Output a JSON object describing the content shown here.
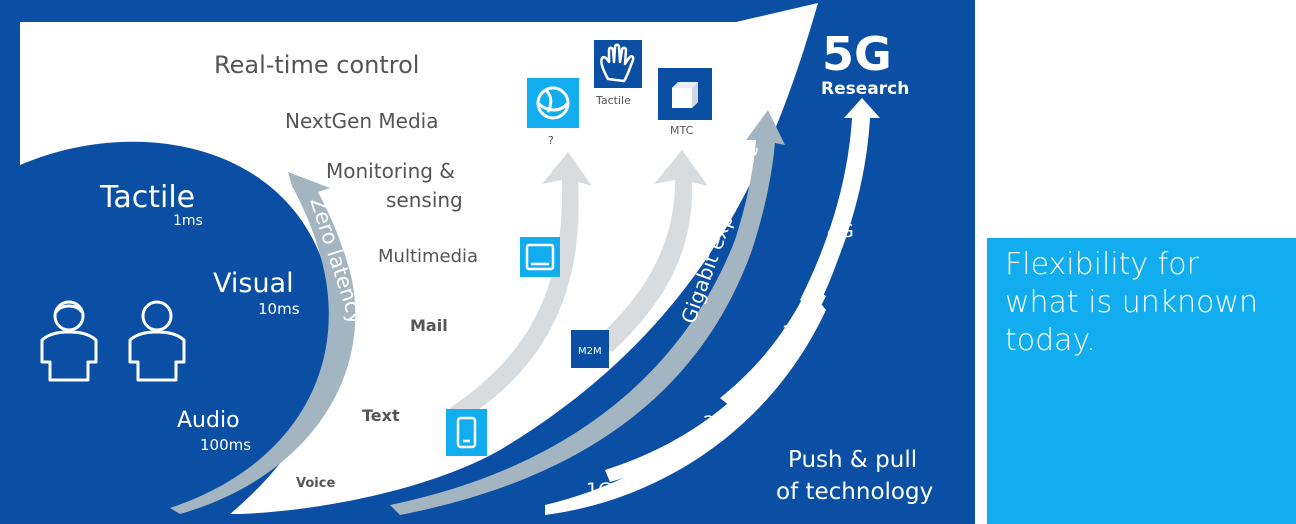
{
  "colors": {
    "dark_blue": "#0a4fa3",
    "white_area": "#ffffff",
    "light_blue": "#12adef",
    "grey_arrow": "#a3b5c0",
    "light_grey_arrow": "#d9dcdf",
    "text_grey": "#555555"
  },
  "header": {
    "big": "5G",
    "sub": "Research"
  },
  "categories": {
    "realtime": "Real-time control",
    "nextgen": "NextGen Media",
    "monitoring_line1": "Monitoring &",
    "monitoring_line2": "sensing",
    "multimedia": "Multimedia",
    "mail": "Mail",
    "text": "Text",
    "voice": "Voice"
  },
  "latency": {
    "tactile": "Tactile",
    "tactile_ms": "1ms",
    "visual": "Visual",
    "visual_ms": "10ms",
    "audio": "Audio",
    "audio_ms": "100ms"
  },
  "arrows": {
    "zero_latency": "Zero latency",
    "gigabit": "Gigabit experience"
  },
  "generations": [
    "1G",
    "2G",
    "3G",
    "4G"
  ],
  "push_pull": {
    "line1": "Push & pull",
    "line2": "of technology"
  },
  "devices": {
    "question": "?",
    "tactile": "Tactile",
    "mtc": "MTC",
    "m2m": "M2M"
  },
  "icons": [
    "people-icon",
    "globe-icon",
    "hand-icon",
    "cube-icon",
    "tablet-icon",
    "phone-icon"
  ],
  "side_panel": {
    "text": "Flexibility for\nwhat is unknown\ntoday."
  }
}
